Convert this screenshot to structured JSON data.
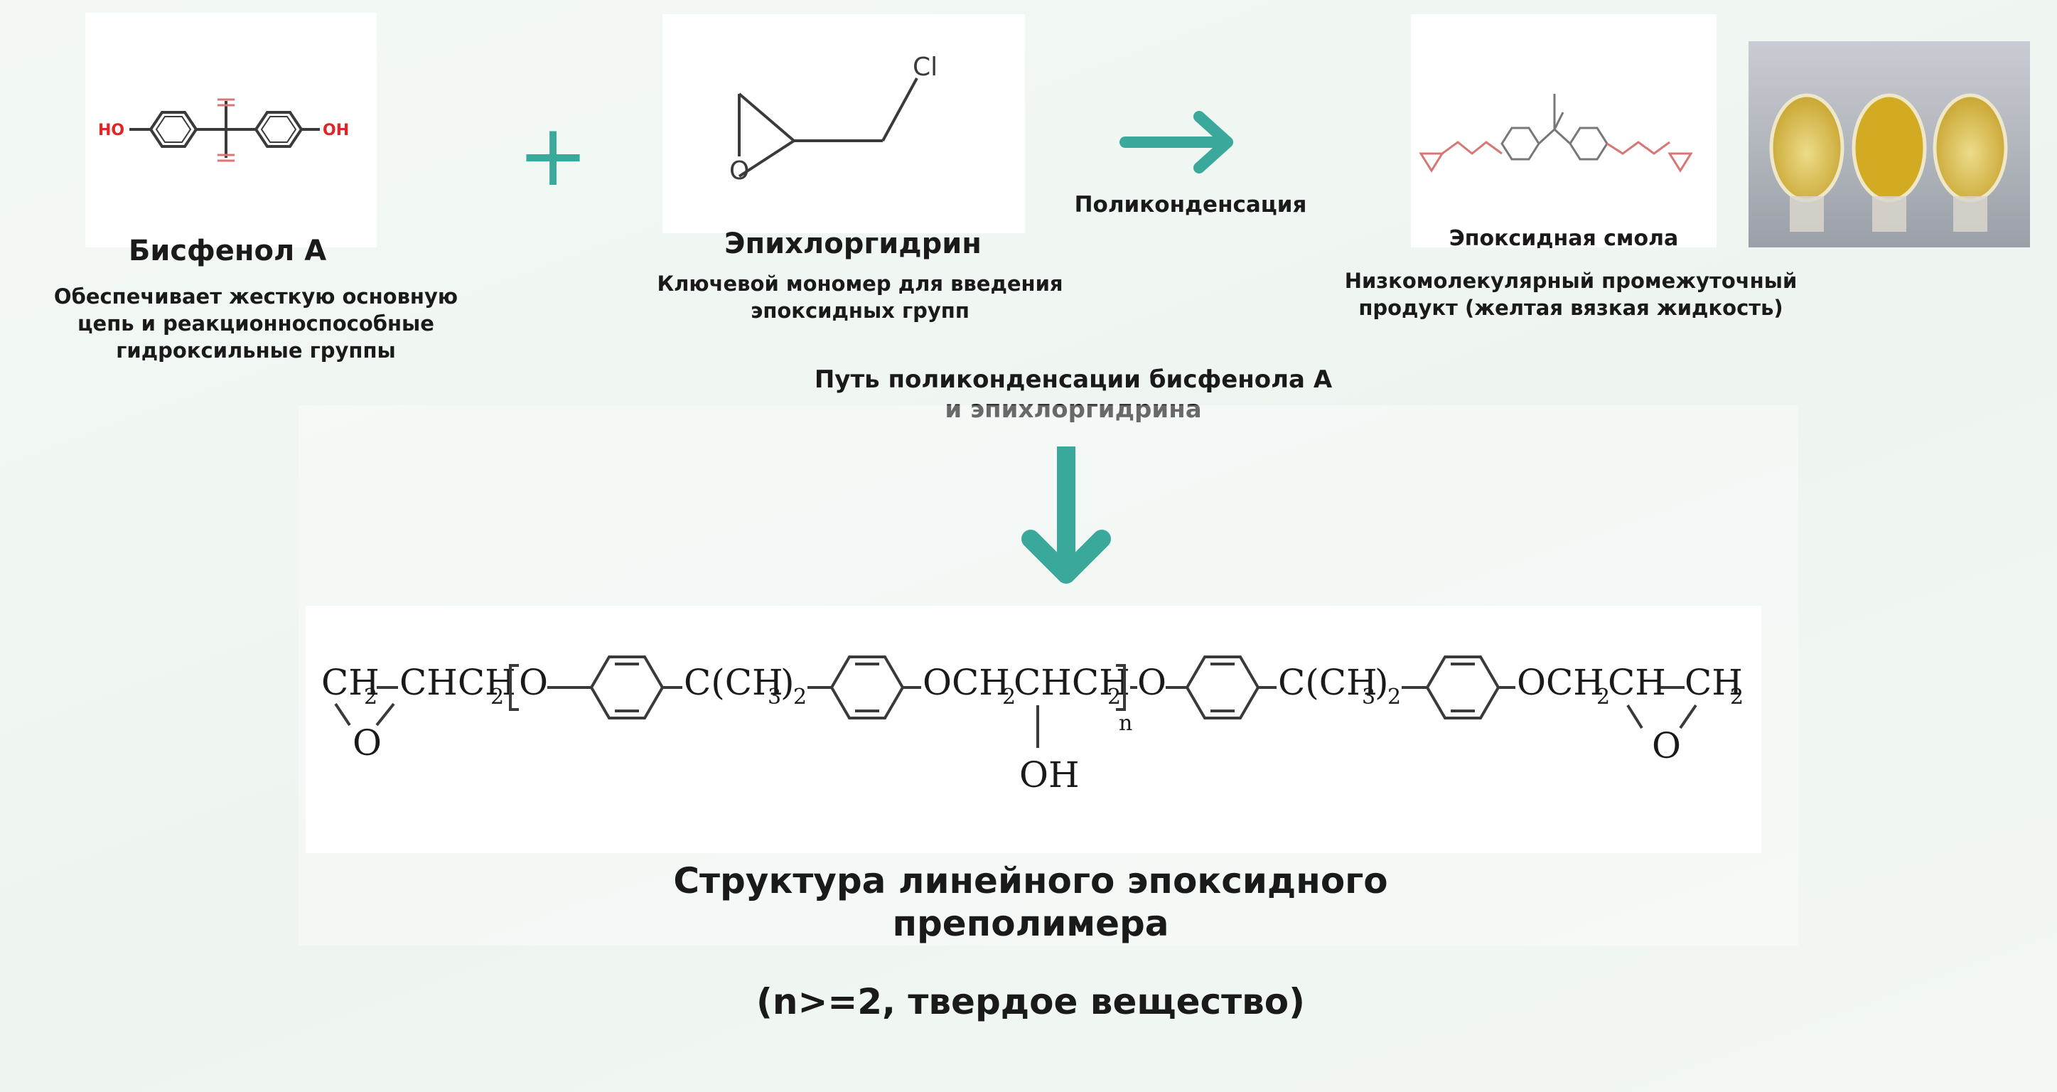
{
  "colors": {
    "accent": "#3aa89a",
    "heteroatom": "#e12424",
    "resin_yellow": "#d8b530"
  },
  "bisphenol": {
    "title": "Бисфенол A",
    "desc1": "Обеспечивает жесткую основную",
    "desc2": "цепь и реакционноспособные",
    "desc3": "гидроксильные группы",
    "atom_left": "HO",
    "atom_right": "OH"
  },
  "plus_symbol": "+",
  "epichlorohydrin": {
    "title": "Эпихлоргидрин",
    "desc1": "Ключевой мономер для введения",
    "desc2": "эпоксидных групп",
    "atom_cl": "Cl",
    "atom_o": "O"
  },
  "reaction": {
    "label": "Поликонденсация"
  },
  "epoxy_resin": {
    "title": "Эпоксидная смола",
    "desc1": "Низкомолекулярный промежуточный",
    "desc2": "продукт (желтая вязкая жидкость)"
  },
  "pathway": {
    "line1": "Путь поликонденсации бисфенола A",
    "line2": "и эпихлоргидрина"
  },
  "formula": {
    "seg1": "CH",
    "seg2": "CHCH",
    "seg3": "C(CH",
    "seg4": "OCH",
    "seg5": "CHCH",
    "seg6": "C(CH",
    "seg7": "OCH",
    "seg8": "CH",
    "seg9": "CH",
    "sub2": "2",
    "sub3": "3",
    "sub_n": "n",
    "oxygen": "O",
    "hydroxyl": "OH"
  },
  "result": {
    "line1": "Структура линейного эпоксидного",
    "line2": "преполимера",
    "note": "(n>=2, твердое вещество)"
  }
}
